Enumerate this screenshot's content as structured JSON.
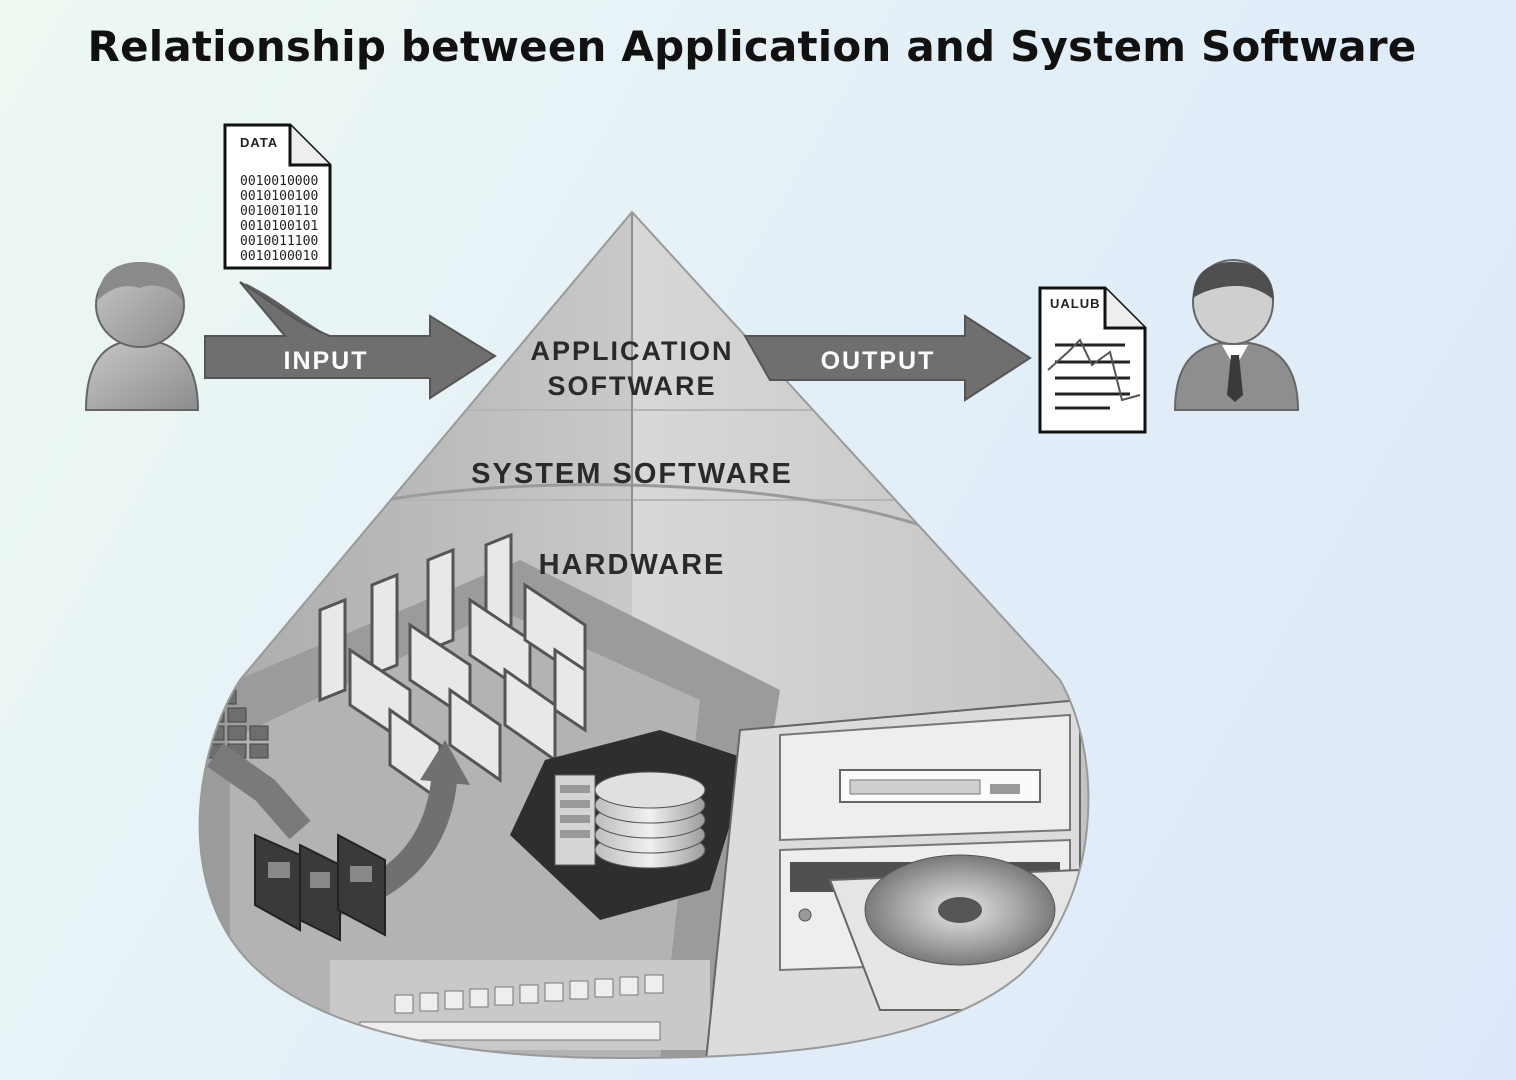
{
  "title": "Relationship between Application and System Software",
  "input_document": {
    "header": "DATA"
  },
  "output_document": {
    "header": "UALUB"
  },
  "arrows": {
    "input_label": "INPUT",
    "output_label": "OUTPUT"
  },
  "layers": {
    "application_line1": "APPLICATION",
    "application_line2": "SOFTWARE",
    "system": "SYSTEM SOFTWARE",
    "hardware": "HARDWARE"
  },
  "icons": [
    "user-icon",
    "businessman-icon",
    "data-document-icon",
    "report-document-icon"
  ],
  "colors": {
    "background_start": "#eef8f1",
    "background_end": "#dde9fa",
    "arrow": "#6f6f6f",
    "arrow_text": "#ffffff",
    "layer_text": "#2a2a2a"
  }
}
